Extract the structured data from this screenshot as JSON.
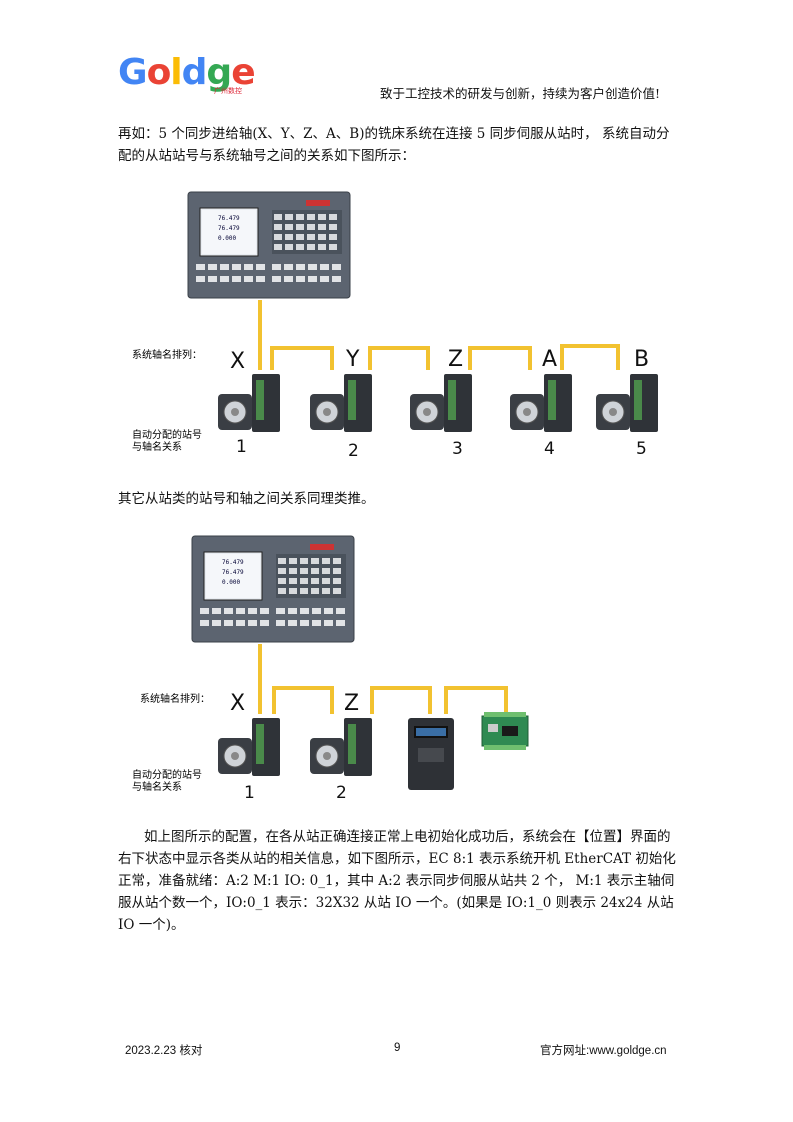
{
  "header": {
    "logo_text": "Goldge",
    "logo_sub": "广州数控",
    "slogan": "致于工控技术的研发与创新，持续为客户创造价值!"
  },
  "paragraph1": "再如：5 个同步进给轴(X、Y、Z、A、B)的铣床系统在连接 5 同步伺服从站时， 系统自动分配的从站站号与系统轴号之间的关系如下图所示：",
  "figure1": {
    "row_label_axes": "系统轴名排列：",
    "row_label_station_line1": "自动分配的站号",
    "row_label_station_line2": "与轴名关系",
    "axes": [
      "X",
      "Y",
      "Z",
      "A",
      "B"
    ],
    "stations": [
      "1",
      "2",
      "3",
      "4",
      "5"
    ]
  },
  "paragraph2": "其它从站类的站号和轴之间关系同理类推。",
  "figure2": {
    "row_label_axes": "系统轴名排列：",
    "row_label_station_line1": "自动分配的站号",
    "row_label_station_line2": "与轴名关系",
    "axes": [
      "X",
      "Z"
    ],
    "stations": [
      "1",
      "2"
    ]
  },
  "cnc_screen": [
    "76.479",
    "76.479",
    "0.000"
  ],
  "paragraph3": "如上图所示的配置，在各从站正确连接正常上电初始化成功后，系统会在【位置】界面的右下状态中显示各类从站的相关信息，如下图所示，EC 8:1 表示系统开机 EtherCAT 初始化正常，准备就绪：A:2 M:1 IO: 0_1，其中 A:2 表示同步伺服从站共 2 个， M:1 表示主轴伺服从站个数一个，IO:0_1 表示：32X32 从站 IO 一个。(如果是 IO:1_0 则表示 24x24 从站 IO 一个)。",
  "footer": {
    "date": "2023.2.23 核对",
    "page": "9",
    "website": "官方网址:www.goldge.cn"
  },
  "colors": {
    "wire": "#f2c230",
    "logo_g": "#4285f4",
    "logo_o1": "#ea4335",
    "logo_l": "#34a853",
    "logo_e": "#34a853",
    "logo_o2": "#fbbc05"
  }
}
